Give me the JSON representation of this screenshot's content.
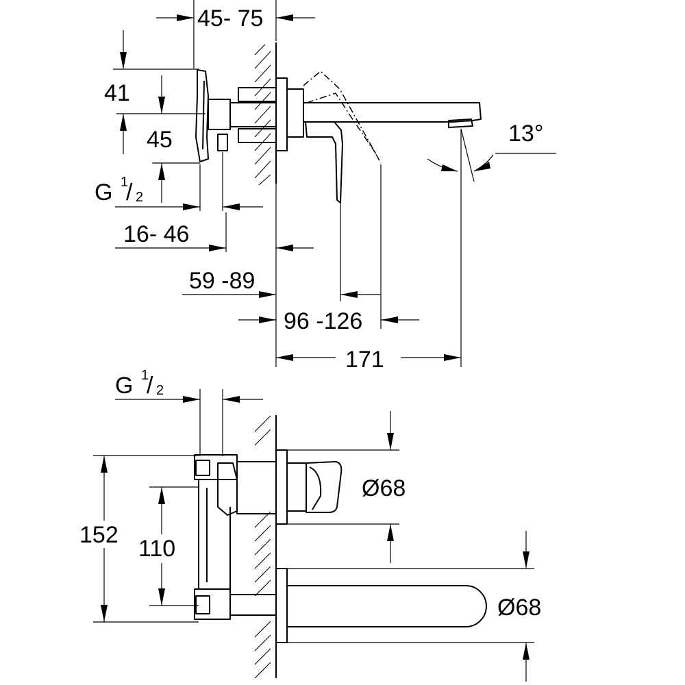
{
  "side_view": {
    "dim_depth_range": "45- 75",
    "dim_top_41": "41",
    "dim_45": "45",
    "dim_thread_label": "G",
    "dim_thread_num": "1",
    "dim_thread_den": "2",
    "dim_16_46": "16- 46",
    "dim_59_89": "59 -89",
    "dim_96_126": "96 -126",
    "dim_171": "171",
    "dim_angle": "13°"
  },
  "front_view": {
    "dim_thread_label": "G",
    "dim_thread_num": "1",
    "dim_thread_den": "2",
    "dim_152": "152",
    "dim_110": "110",
    "dim_dia_lever": "Ø68",
    "dim_dia_spout": "Ø68"
  }
}
